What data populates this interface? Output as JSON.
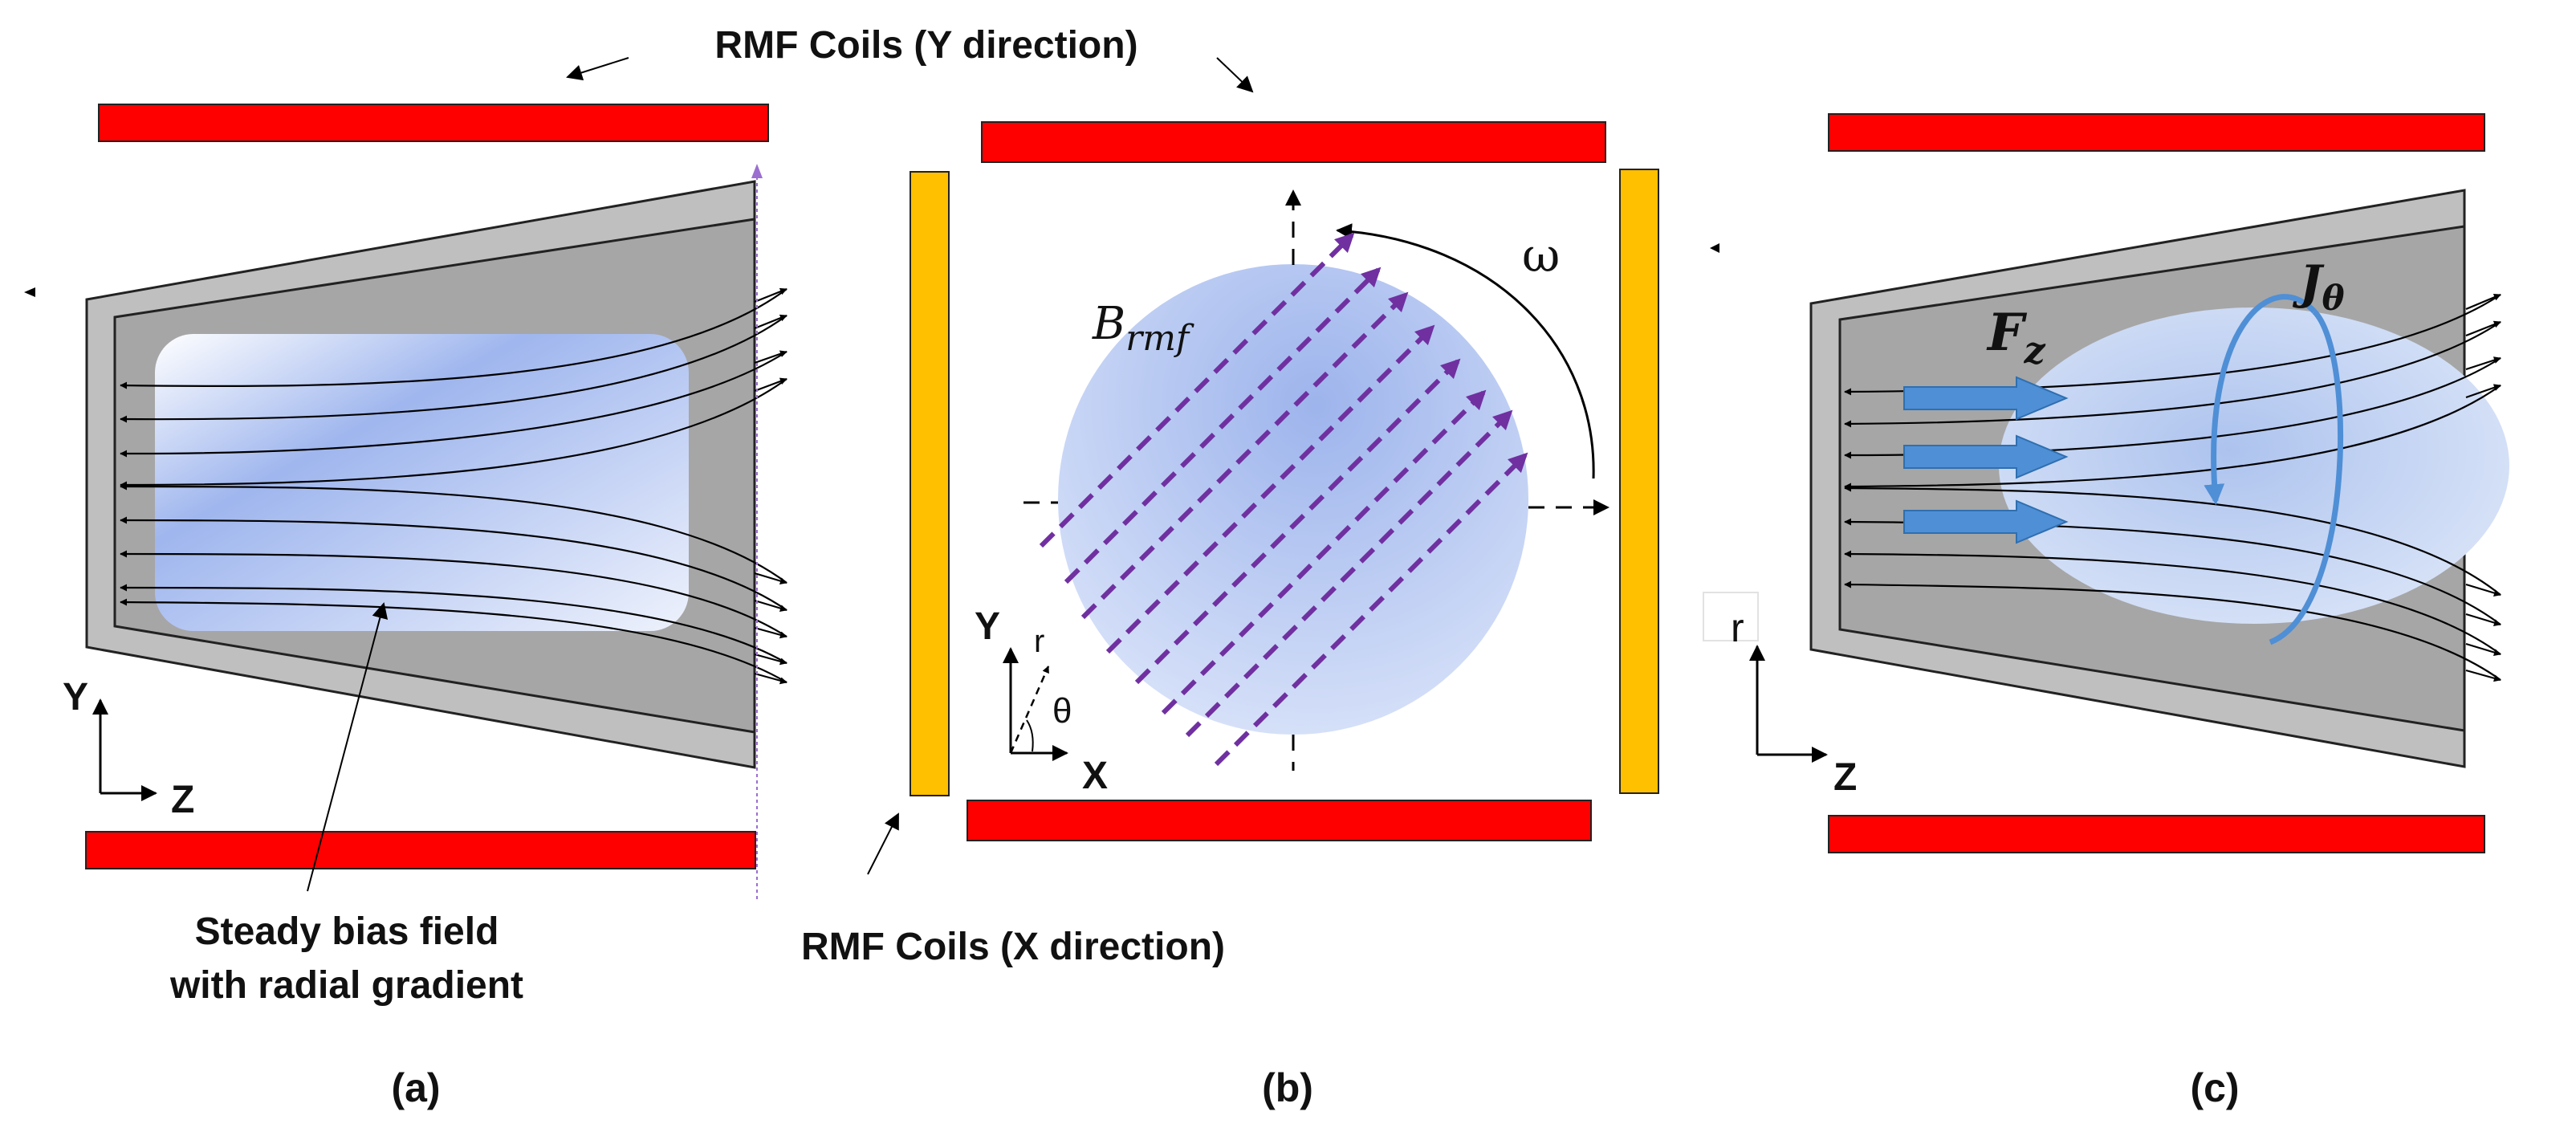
{
  "labels": {
    "rmf_y": "RMF Coils (Y direction)",
    "rmf_x": "RMF Coils (X direction)",
    "bias_line1": "Steady bias field",
    "bias_line2": "with radial gradient",
    "omega": "ω",
    "b_main": "B",
    "b_sub": "rmf",
    "jt_main": "J",
    "jt_sub": "θ",
    "fz_main": "F",
    "fz_sub": "z"
  },
  "panels": {
    "a": {
      "caption": "(a)",
      "axis_v": "Y",
      "axis_h": "Z"
    },
    "b": {
      "caption": "(b)",
      "axis_v": "Y",
      "axis_h": "X",
      "axis_r": "r",
      "axis_theta": "θ"
    },
    "c": {
      "caption": "(c)",
      "axis_v": "r",
      "axis_h": "Z"
    }
  },
  "colors": {
    "y_coil": "#ff0000",
    "x_coil": "#ffc000",
    "plasma": "#a9c0ee",
    "field_arrows": "#7030a0",
    "force_arrows": "#4f8fd6",
    "chamber_outer": "#bfbfbf",
    "chamber_inner": "#a6a6a6"
  }
}
